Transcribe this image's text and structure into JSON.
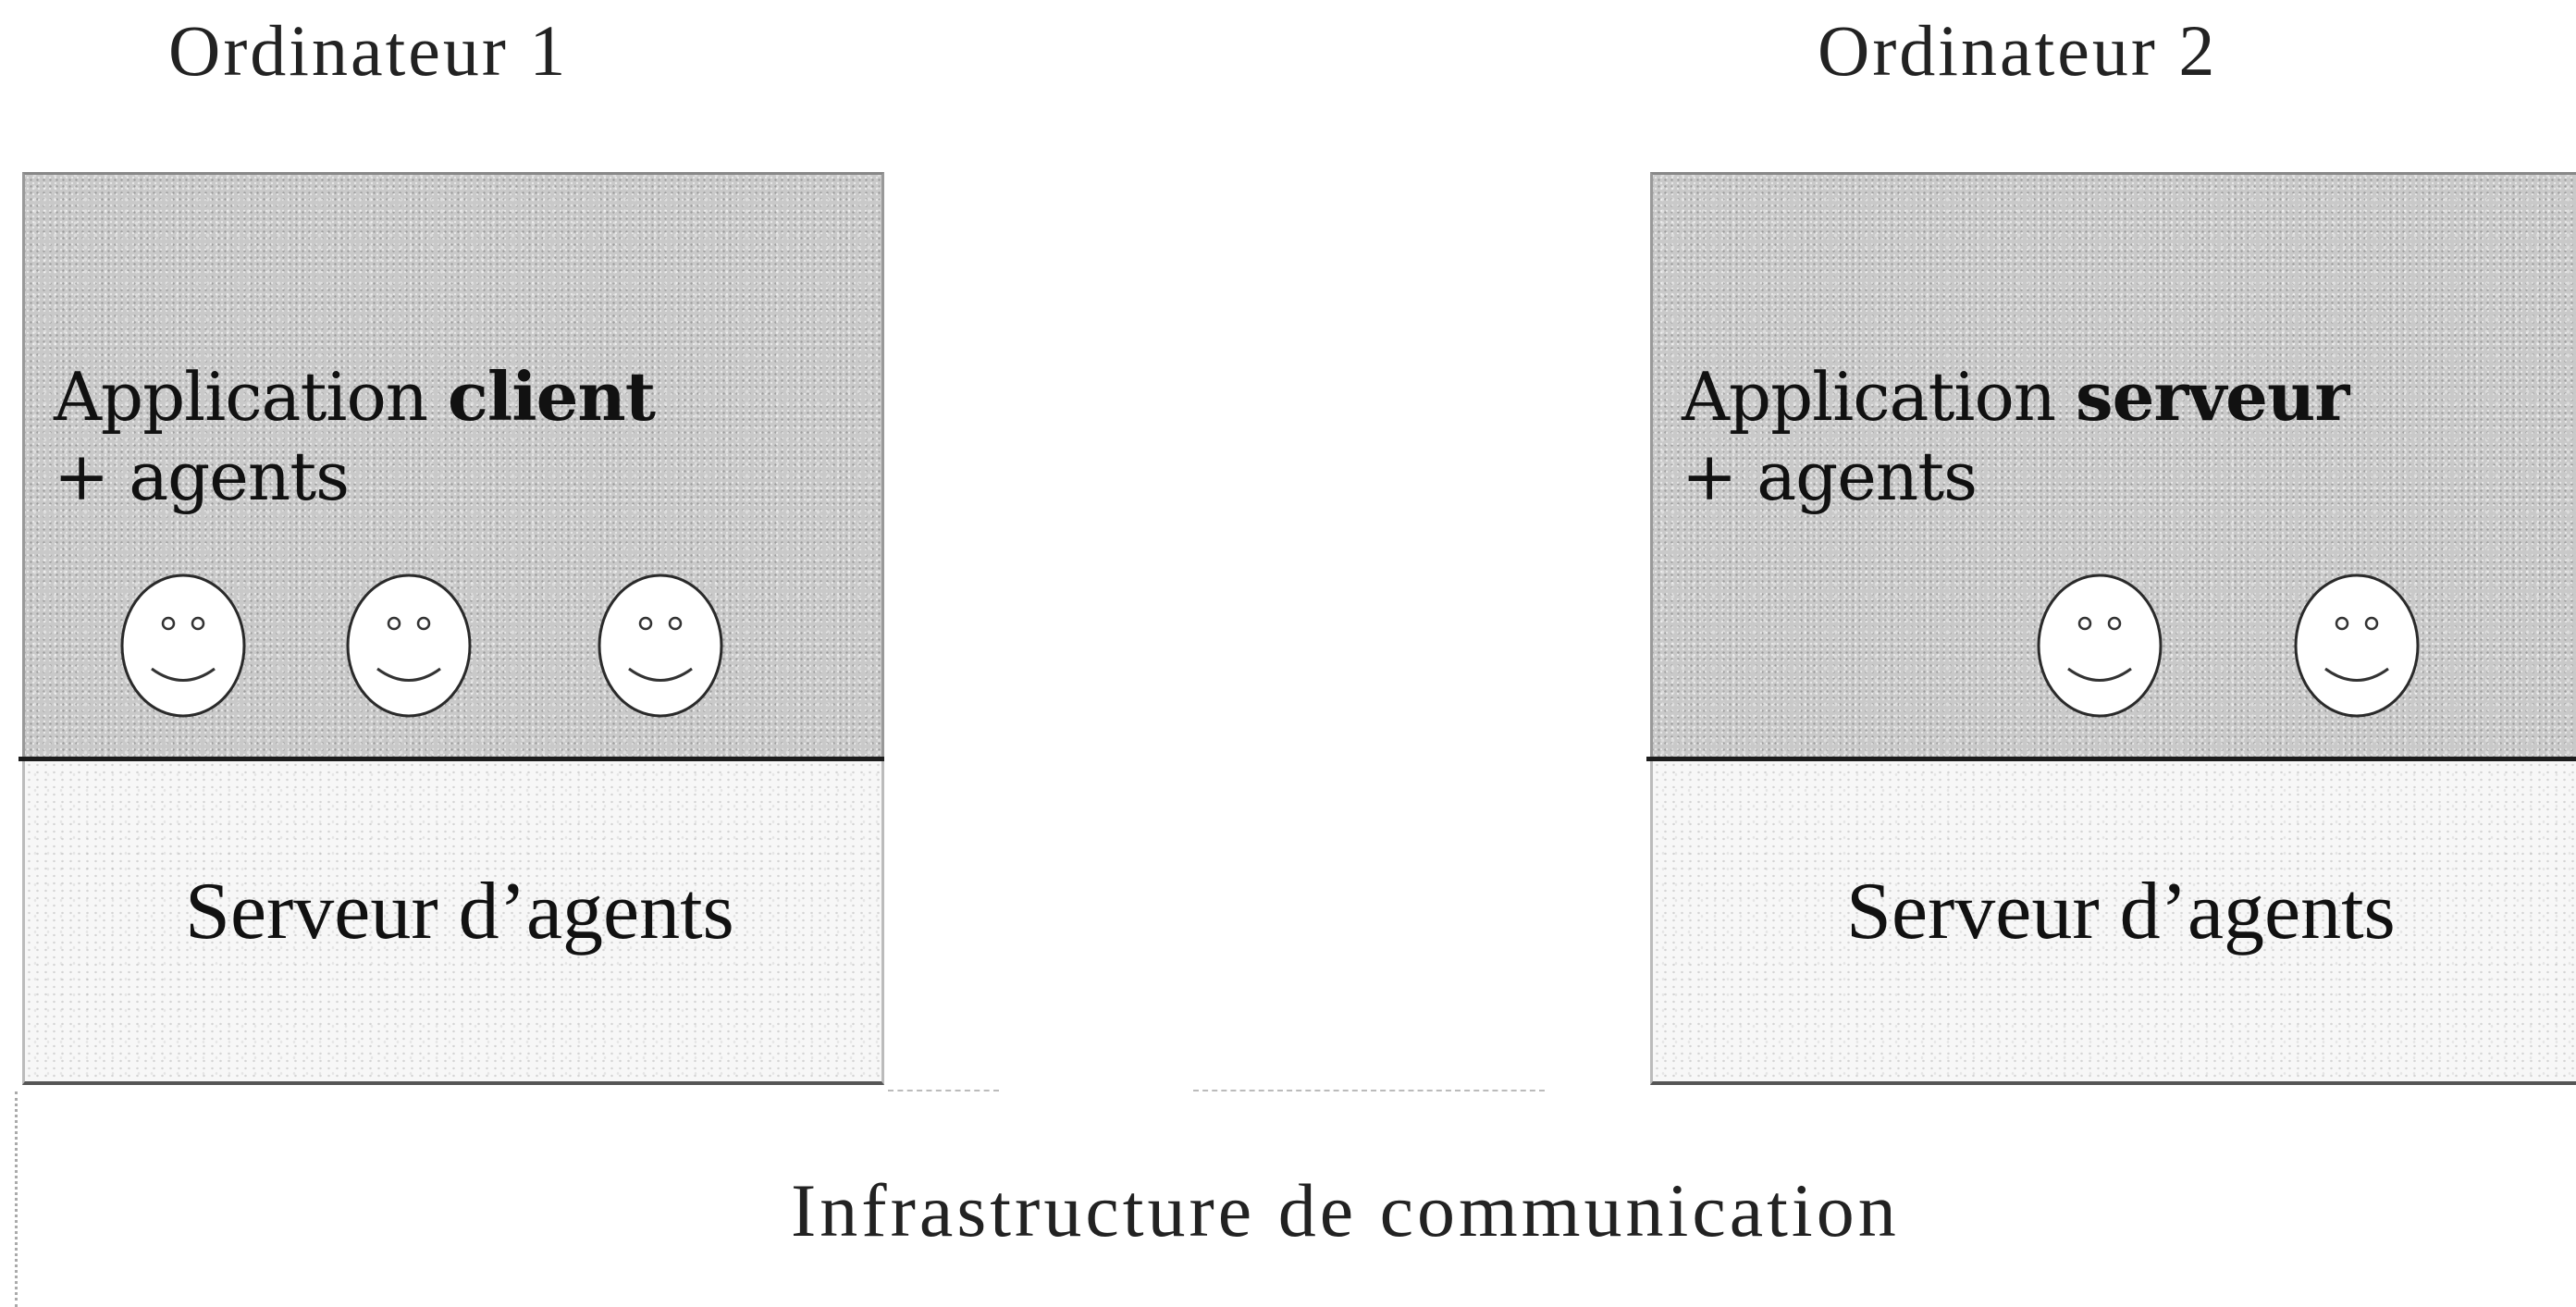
{
  "computers": [
    {
      "title": "Ordinateur 1",
      "application": {
        "prefix": "Application ",
        "role": "client",
        "line2": "+ agents"
      },
      "agent_count": 3,
      "server": "Serveur d’agents"
    },
    {
      "title": "Ordinateur 2",
      "application": {
        "prefix": "Application ",
        "role": "serveur",
        "line2": "+ agents"
      },
      "agent_count": 2,
      "server": "Serveur d’agents"
    }
  ],
  "infrastructure": "Infrastructure de communication",
  "colors": {
    "application_layer": "#c9c9c9",
    "server_layer": "#f7f7f7",
    "divider": "#1c1c1c"
  },
  "icons": {
    "agent": "smiley-face-icon"
  }
}
